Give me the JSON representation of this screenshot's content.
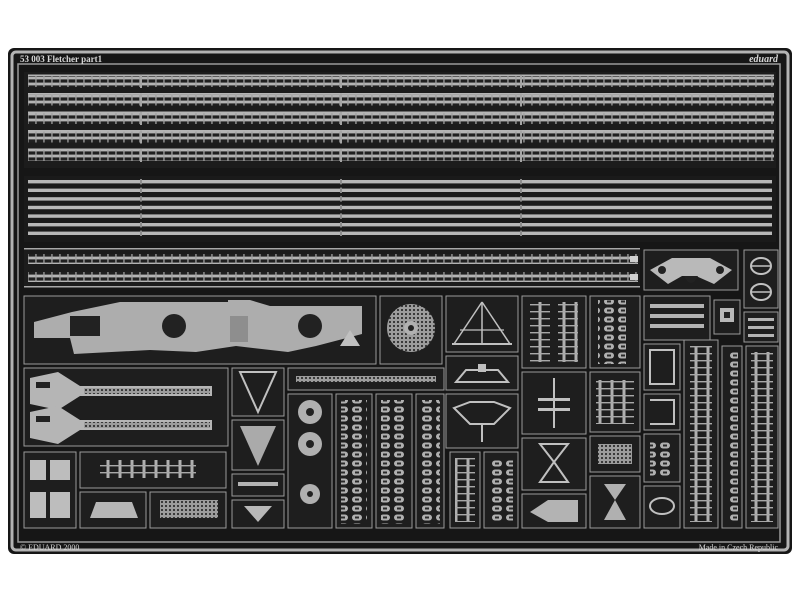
{
  "fret": {
    "title": "53 003 Fletcher part1",
    "brand": "eduard",
    "copyright": "© EDUARD 2000",
    "origin": "Made in Czech Republic"
  },
  "colors": {
    "background": "#ffffff",
    "frame": "#161616",
    "metal": "#a9a9a9",
    "metal_light": "#c4c4c4",
    "cutout": "#1b1b1b"
  }
}
